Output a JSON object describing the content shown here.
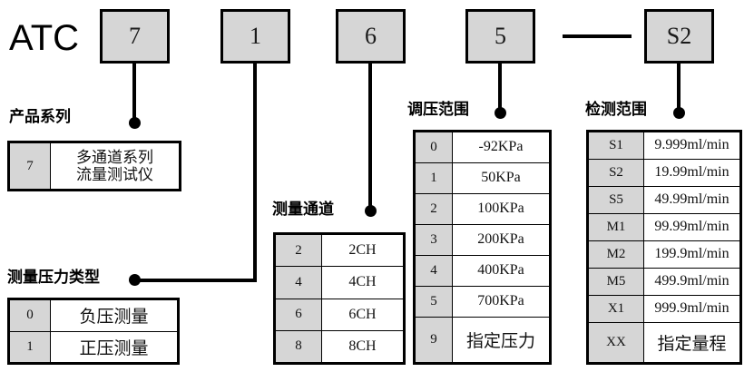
{
  "brand": "ATC",
  "code_boxes": [
    {
      "name": "product-series",
      "value": "7"
    },
    {
      "name": "pressure-type",
      "value": "1"
    },
    {
      "name": "channel-count",
      "value": "6"
    },
    {
      "name": "pressure-range",
      "value": "5"
    },
    {
      "name": "detection-range",
      "value": "S2"
    }
  ],
  "separator": "—",
  "sections": {
    "product_series": {
      "caption": "产品系列",
      "rows": [
        {
          "code": "7",
          "value": "多通道系列\n流量测试仪"
        }
      ]
    },
    "pressure_type": {
      "caption": "测量压力类型",
      "rows": [
        {
          "code": "0",
          "value": "负压测量"
        },
        {
          "code": "1",
          "value": "正压测量"
        }
      ]
    },
    "channels": {
      "caption": "测量通道",
      "rows": [
        {
          "code": "2",
          "value": "2CH"
        },
        {
          "code": "4",
          "value": "4CH"
        },
        {
          "code": "6",
          "value": "6CH"
        },
        {
          "code": "8",
          "value": "8CH"
        }
      ]
    },
    "pressure_range": {
      "caption": "调压范围",
      "rows": [
        {
          "code": "0",
          "value": "-92KPa"
        },
        {
          "code": "1",
          "value": "50KPa"
        },
        {
          "code": "2",
          "value": "100KPa"
        },
        {
          "code": "3",
          "value": "200KPa"
        },
        {
          "code": "4",
          "value": "400KPa"
        },
        {
          "code": "5",
          "value": "700KPa"
        },
        {
          "code": "9",
          "value": "指定压力"
        }
      ]
    },
    "detection_range": {
      "caption": "检测范围",
      "rows": [
        {
          "code": "S1",
          "value": "9.999ml/min"
        },
        {
          "code": "S2",
          "value": "19.99ml/min"
        },
        {
          "code": "S5",
          "value": "49.99ml/min"
        },
        {
          "code": "M1",
          "value": "99.99ml/min"
        },
        {
          "code": "M2",
          "value": "199.9ml/min"
        },
        {
          "code": "M5",
          "value": "499.9ml/min"
        },
        {
          "code": "X1",
          "value": "999.9ml/min"
        },
        {
          "code": "XX",
          "value": "指定量程"
        }
      ]
    }
  },
  "colors": {
    "box_fill": "#d6d6d6",
    "line": "#000000",
    "background": "#ffffff"
  }
}
